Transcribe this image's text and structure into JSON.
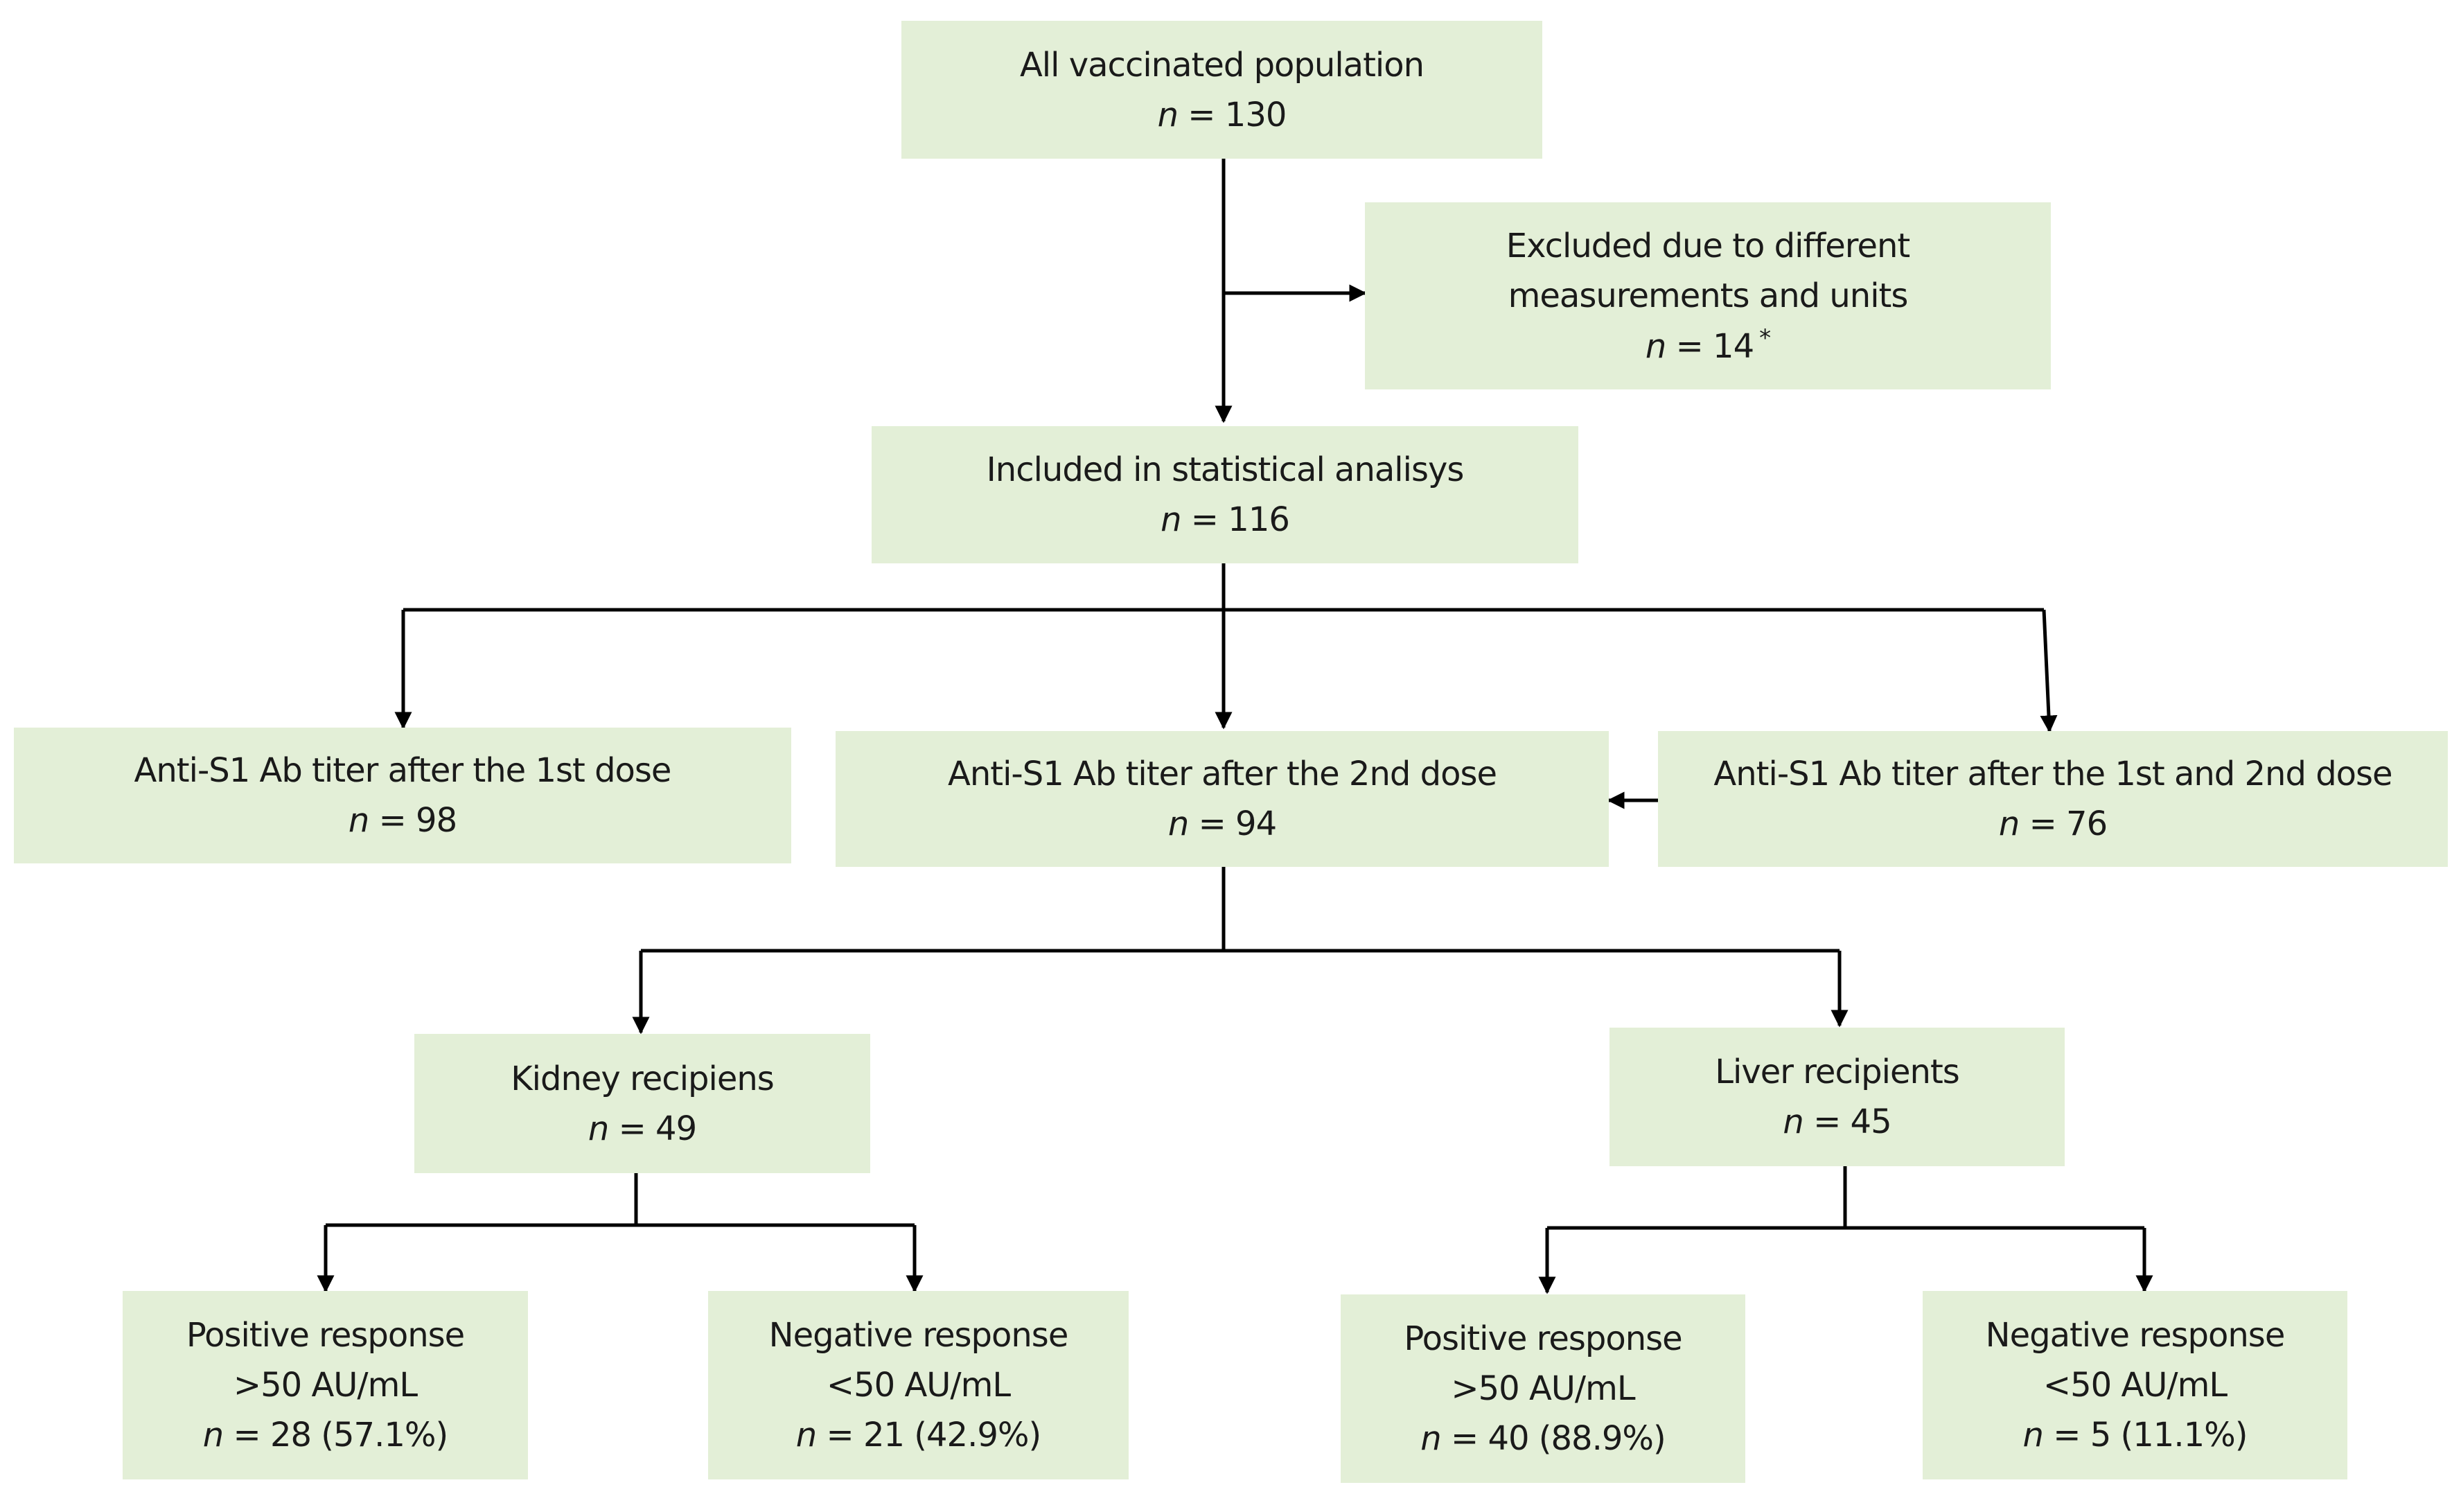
{
  "colors": {
    "box_fill": "#e3efd7",
    "line": "#000000",
    "text": "#1a1a1a"
  },
  "n_symbol": "n",
  "boxes": {
    "all": {
      "line1": "All vaccinated population",
      "count": "= 130"
    },
    "excluded": {
      "line1": "Excluded due to different",
      "line2": "measurements and units",
      "count": "= 14",
      "mark": "*"
    },
    "included": {
      "line1": "Included in statistical analisys",
      "count": "= 116"
    },
    "dose1": {
      "line1": "Anti-S1 Ab titer after the 1st dose",
      "count": "= 98"
    },
    "dose2": {
      "line1": "Anti-S1 Ab titer after the 2nd dose",
      "count": "= 94"
    },
    "dose12": {
      "line1": "Anti-S1 Ab titer after the 1st and 2nd dose",
      "count": "= 76"
    },
    "kidney": {
      "line1": "Kidney recipiens",
      "count": "= 49"
    },
    "liver": {
      "line1": "Liver recipients",
      "count": "= 45"
    },
    "kidney_pos": {
      "line1": "Positive response",
      "line2": ">50 AU/mL",
      "count": "= 28 (57.1%)"
    },
    "kidney_neg": {
      "line1": "Negative response",
      "line2": "<50 AU/mL",
      "count": "= 21 (42.9%)"
    },
    "liver_pos": {
      "line1": "Positive response",
      "line2": ">50 AU/mL",
      "count": "= 40 (88.9%)"
    },
    "liver_neg": {
      "line1": "Negative response",
      "line2": "<50 AU/mL",
      "count": "= 5 (11.1%)"
    }
  }
}
